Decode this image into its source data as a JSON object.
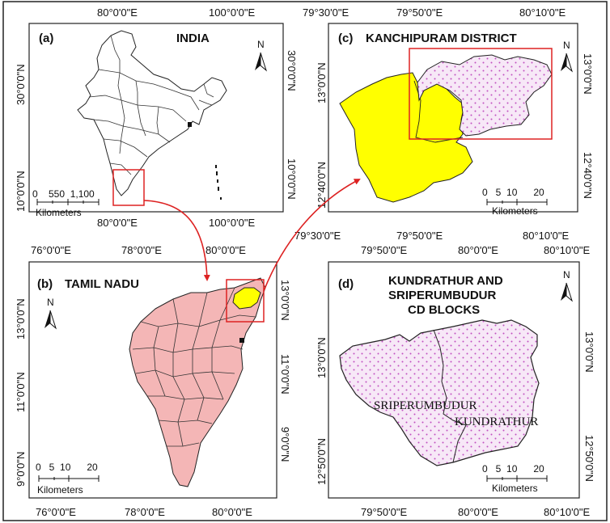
{
  "figure": {
    "colors": {
      "highlight": "#ffff00",
      "tamil_nadu_fill": "#f4b6b6",
      "block_fill": "#f7e8f7",
      "block_dots": "#c050c0",
      "inset_box": "#dd2222",
      "arrow": "#dd2222",
      "frame": "#222222"
    },
    "panels": [
      {
        "label": "(a)",
        "title": "INDIA",
        "north": "N",
        "top_ticks": [
          "80°0'0\"E",
          "100°0'0\"E"
        ],
        "bottom_ticks": [
          "80°0'0\"E",
          "100°0'0\"E"
        ],
        "left_ticks": [
          "30°0'0\"N",
          "10°0'0\"N"
        ],
        "right_ticks": [
          "30°0'0\"N",
          "10°0'0\"N"
        ],
        "scale_values": "0    550  1,100",
        "scale_unit": "Kilometers"
      },
      {
        "label": "(b)",
        "title": "TAMIL NADU",
        "north": "N",
        "top_ticks": [
          "76°0'0\"E",
          "78°0'0\"E",
          "80°0'0\"E"
        ],
        "bottom_ticks": [
          "76°0'0\"E",
          "78°0'0\"E",
          "80°0'0\"E"
        ],
        "left_ticks": [
          "13°0'0\"N",
          "11°0'0\"N",
          "9°0'0\"N"
        ],
        "right_ticks": [
          "13°0'0\"N",
          "11°0'0\"N",
          "9°0'0\"N"
        ],
        "scale_values": "0   5  10      20",
        "scale_unit": "Kilometers"
      },
      {
        "label": "(c)",
        "title": "KANCHIPURAM DISTRICT",
        "north": "N",
        "top_ticks": [
          "79°30'0\"E",
          "79°50'0\"E",
          "80°10'0\"E"
        ],
        "bottom_ticks": [
          "79°30'0\"E",
          "79°50'0\"E",
          "80°10'0\"E"
        ],
        "left_ticks": [
          "13°0'0\"N",
          "12°40'0\"N"
        ],
        "right_ticks": [
          "13°0'0\"N",
          "12°40'0\"N"
        ],
        "scale_values": "0   5  10      20",
        "scale_unit": "Kilometers"
      },
      {
        "label": "(d)",
        "title_lines": [
          "KUNDRATHUR AND",
          "SRIPERUMBUDUR",
          "CD BLOCKS"
        ],
        "north": "N",
        "top_ticks": [
          "79°50'0\"E",
          "80°0'0\"E",
          "80°10'0\"E"
        ],
        "bottom_ticks": [
          "79°50'0\"E",
          "80°0'0\"E",
          "80°10'0\"E"
        ],
        "left_ticks": [
          "13°0'0\"N",
          "12°50'0\"N"
        ],
        "right_ticks": [
          "13°0'0\"N",
          "12°50'0\"N"
        ],
        "scale_values": "0   5  10      20",
        "scale_unit": "Kilometers",
        "block_labels": [
          "SRIPERUMBUDUR",
          "KUNDRATHUR"
        ]
      }
    ]
  }
}
